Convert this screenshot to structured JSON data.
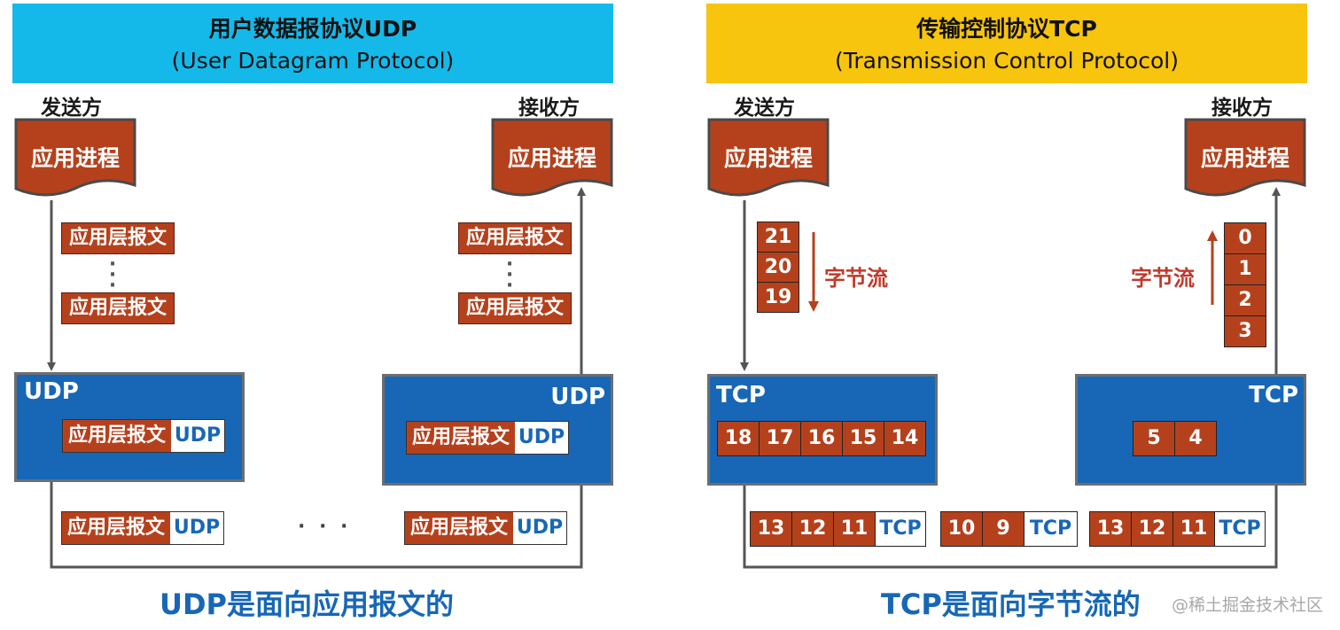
{
  "udp": {
    "title": "用户数据报协议UDP",
    "subtitle": "(User Datagram Protocol)",
    "sender": "发送方",
    "receiver": "接收方",
    "process": "应用进程",
    "app_msg": "应用层报文",
    "box_label": "UDP",
    "header": "UDP",
    "hdots": "· · ·",
    "footer": "UDP是面向应用报文的"
  },
  "tcp": {
    "title": "传输控制协议TCP",
    "subtitle": "(Transmission Control Protocol)",
    "sender": "发送方",
    "receiver": "接收方",
    "process": "应用进程",
    "byte_stream": "字节流",
    "box_label": "TCP",
    "header": "TCP",
    "sender_stream": [
      "21",
      "20",
      "19"
    ],
    "receiver_stream": [
      "0",
      "1",
      "2",
      "3"
    ],
    "sender_buffer": [
      "18",
      "17",
      "16",
      "15",
      "14"
    ],
    "receiver_buffer": [
      "5",
      "4"
    ],
    "segments": [
      [
        "13",
        "12",
        "11"
      ],
      [
        "10",
        "9"
      ],
      [
        "13",
        "12",
        "11"
      ]
    ],
    "footer": "TCP是面向字节流的"
  },
  "watermark": "@稀土掘金技术社区",
  "colors": {
    "udp_banner": "#14b9ea",
    "tcp_banner": "#f7c40e",
    "protocol_box": "#1767b6",
    "data_block": "#b5411c",
    "stream_label": "#c0392b",
    "footer_text": "#1767b6"
  }
}
